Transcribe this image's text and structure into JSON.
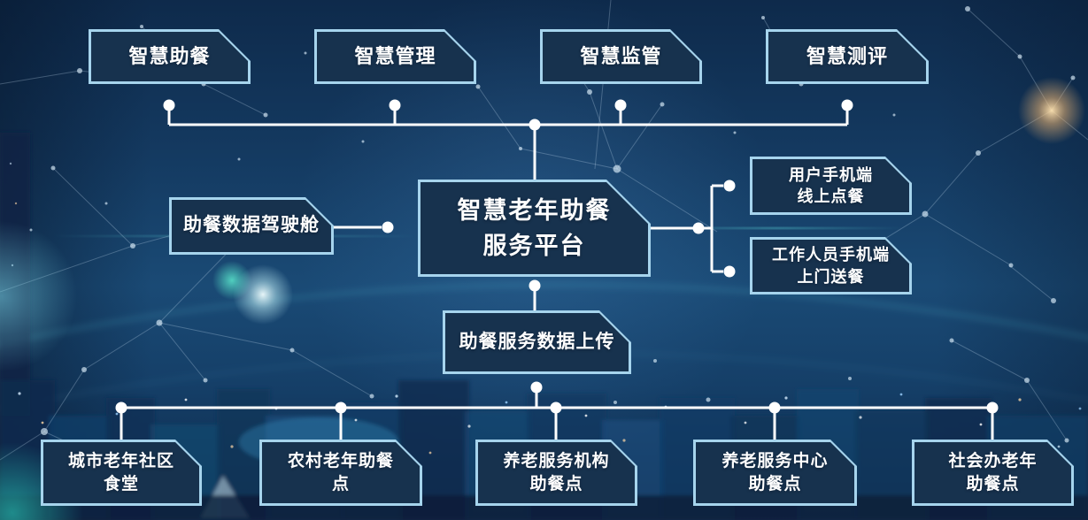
{
  "nodes": {
    "top": [
      "智慧助餐",
      "智慧管理",
      "智慧监管",
      "智慧测评"
    ],
    "center": "智慧老年助餐\n服务平台",
    "left": "助餐数据驾驶舱",
    "right": [
      "用户手机端\n线上点餐",
      "工作人员手机端\n上门送餐"
    ],
    "upload": "助餐服务数据上传",
    "bottom": [
      "城市老年社区\n食堂",
      "农村老年助餐\n点",
      "养老服务机构\n助餐点",
      "养老服务中心\n助餐点",
      "社会办老年\n助餐点"
    ]
  },
  "colors": {
    "border": "#a6d4ed",
    "fill": "rgba(12,38,66,0.93)",
    "connector": "#ffffff",
    "text": "#ffffff"
  }
}
